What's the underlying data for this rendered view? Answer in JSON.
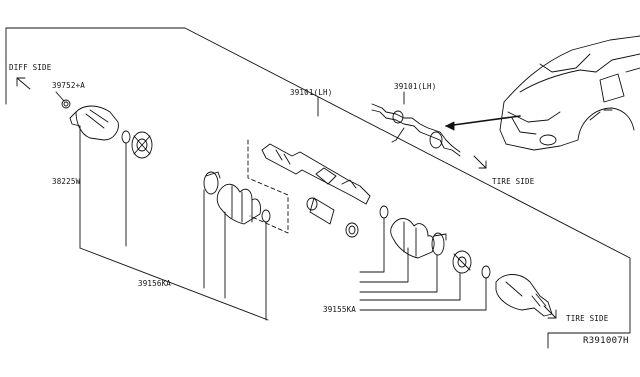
{
  "labels": {
    "diff_side": "DIFF SIDE",
    "tire_side_top": "TIRE SIDE",
    "tire_side_bottom": "TIRE SIDE",
    "p39752A": "39752+A",
    "p38225W": "38225W",
    "p39156KA": "39156KA",
    "p39155KA": "39155KA",
    "p39101LH_main": "39101(LH)",
    "p39101LH_inset": "39101(LH)",
    "diagram_ref": "R391007H"
  },
  "icons": {
    "diff_arrow": "arrow-up-left-icon",
    "tire_arrow": "arrow-down-right-icon",
    "car": "vehicle-front-quarter-icon"
  },
  "colors": {
    "ink": "#111111",
    "paper": "#ffffff"
  }
}
